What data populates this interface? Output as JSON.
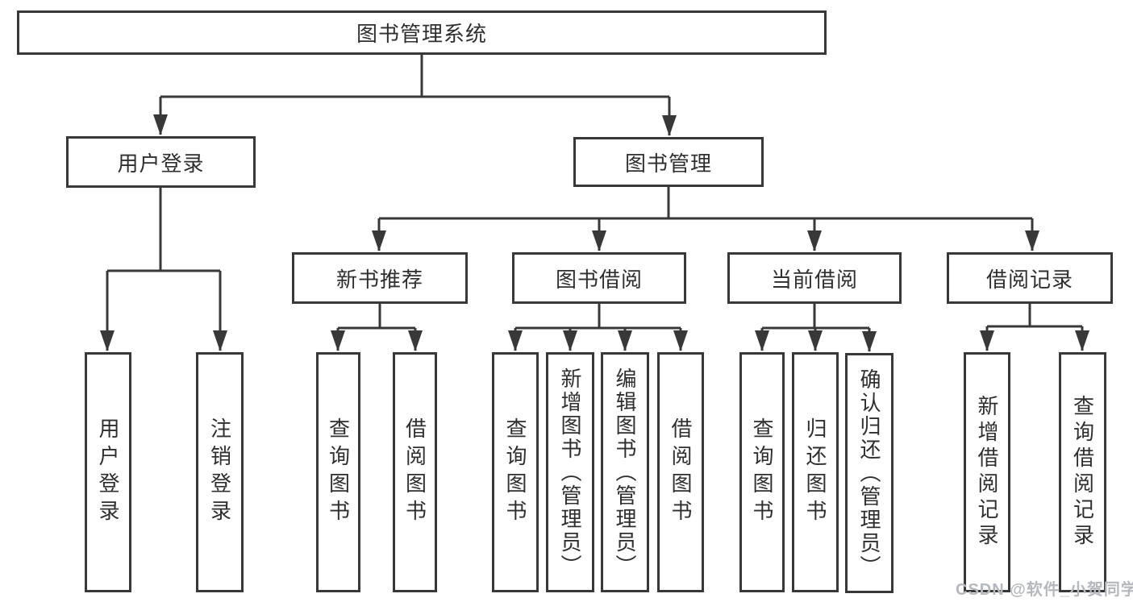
{
  "diagram": {
    "root": {
      "label": "图书管理系统"
    },
    "user_login": {
      "label": "用户登录",
      "children": {
        "login": {
          "label": "用户登录"
        },
        "logout": {
          "label": "注销登录"
        }
      }
    },
    "book_management": {
      "label": "图书管理",
      "new_book": {
        "label": "新书推荐",
        "children": {
          "query": {
            "label": "查询图书"
          },
          "borrow": {
            "label": "借阅图书"
          }
        }
      },
      "borrowing": {
        "label": "图书借阅",
        "children": {
          "query": {
            "label": "查询图书"
          },
          "add": {
            "label": "新增图书（管理员）"
          },
          "edit": {
            "label": "编辑图书（管理员）"
          },
          "borrow": {
            "label": "借阅图书"
          }
        }
      },
      "current": {
        "label": "当前借阅",
        "children": {
          "query": {
            "label": "查询图书"
          },
          "return": {
            "label": "归还图书"
          },
          "confirm": {
            "label": "确认归还（管理员）"
          }
        }
      },
      "records": {
        "label": "借阅记录",
        "children": {
          "add": {
            "label": "新增借阅记录"
          },
          "query": {
            "label": "查询借阅记录"
          }
        }
      }
    }
  },
  "watermark": {
    "text": "CSDN @软件_小贺同学",
    "color": "#b5b9be"
  },
  "colors": {
    "line": "#383838",
    "box_border": "#383838",
    "text": "#2f2f2f",
    "box_background": "#ffffff",
    "page_background": "#ffffff"
  }
}
